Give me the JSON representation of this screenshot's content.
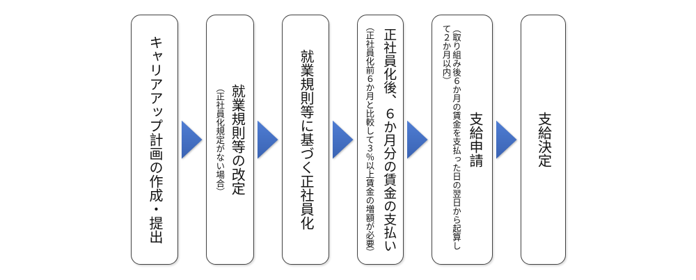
{
  "diagram": {
    "background": "#ffffff",
    "box_border_color": "#404040",
    "text_color": "#111111",
    "arrow_color": "#4472c4",
    "steps": [
      {
        "main": "キャリアアップ計画の作成・提出"
      },
      {
        "main": "就業規則等の改定",
        "note": "（正社員化規定がない場合）"
      },
      {
        "main": "就業規則等に基づく正社員化"
      },
      {
        "main": "正社員化後、６か月分の賃金の支払い",
        "note": "（正社員化前６か月と比較して３％以上賃金の増額が必要）"
      },
      {
        "main": "支給申請",
        "note_lines": [
          "（取り組み後６か月の賃金を支払った日の翌日から起算し",
          "て２か月以内）"
        ]
      },
      {
        "main": "支給決定"
      }
    ]
  }
}
